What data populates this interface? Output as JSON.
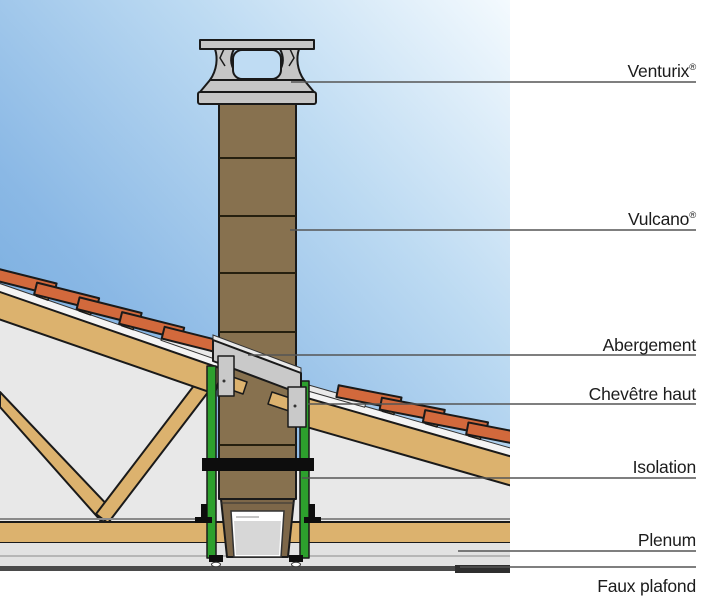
{
  "diagram_description": "Cross-section of a chimney system passing through a pitched tiled roof",
  "labels": [
    {
      "text": "Venturix",
      "mark": "®"
    },
    {
      "text": "Vulcano",
      "mark": "®"
    },
    {
      "text": "Abergement",
      "mark": ""
    },
    {
      "text": "Chevêtre haut",
      "mark": ""
    },
    {
      "text": "Isolation",
      "mark": ""
    },
    {
      "text": "Plenum",
      "mark": ""
    },
    {
      "text": "Faux plafond",
      "mark": ""
    }
  ],
  "colors": {
    "sky1": "#67a2d9",
    "sky2": "#8ab8e5",
    "sky3": "#bcdaf2",
    "sky4": "#f4fafe",
    "attic": "#e8e8e8",
    "wood": "#dcb26e",
    "wood_light": "#e3c084",
    "tile": "#d2693c",
    "flue": "#87714f",
    "flue_dark": "#7d6749",
    "joint": "#26200f",
    "cap_gray": "#c6c6c6",
    "cap_opening": "#bfdcf3",
    "flash_gray": "#c9c9c9",
    "flash_light": "#e9e9e9",
    "green": "#2da02d",
    "isolation": "#0d0d0d",
    "underlay": "#f4f4f4",
    "plenum_gray": "#e2e2e2",
    "inner_gray": "#d7d7d7",
    "ceiling_dark": "#4a4a4a",
    "ceiling_darker": "#2e2e2e",
    "rail": "#8a8a8a",
    "outline": "#1a1a1a",
    "outline_soft": "#333333",
    "leader": "#555555",
    "text": "#1c1c1c"
  }
}
